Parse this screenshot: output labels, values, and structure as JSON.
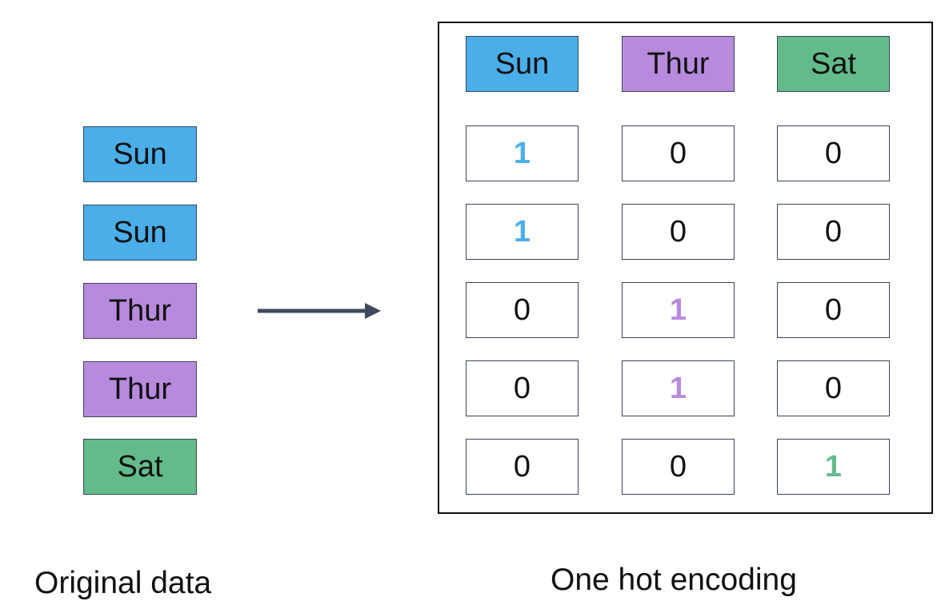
{
  "colors": {
    "Sun": "#4aaee8",
    "Thur": "#b88ade",
    "Sat": "#63bb8b"
  },
  "original_data": {
    "caption": "Original data",
    "items": [
      "Sun",
      "Sun",
      "Thur",
      "Thur",
      "Sat"
    ]
  },
  "one_hot": {
    "caption": "One hot encoding",
    "columns": [
      "Sun",
      "Thur",
      "Sat"
    ],
    "rows": [
      [
        "1",
        "0",
        "0"
      ],
      [
        "1",
        "0",
        "0"
      ],
      [
        "0",
        "1",
        "0"
      ],
      [
        "0",
        "1",
        "0"
      ],
      [
        "0",
        "0",
        "1"
      ]
    ]
  },
  "arrow_icon": "right-arrow-icon"
}
